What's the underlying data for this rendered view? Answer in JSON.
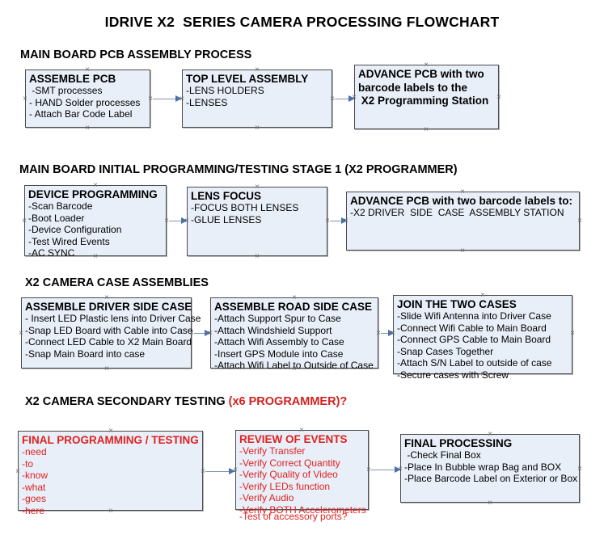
{
  "document": {
    "title": "IDRIVE X2  SERIES CAMERA PROCESSING FLOWCHART"
  },
  "sections": [
    {
      "id": "main-board-pcb-assembly",
      "heading": "MAIN BOARD PCB ASSEMBLY PROCESS",
      "heading_accent": ""
    },
    {
      "id": "main-board-initial-programming",
      "heading": "MAIN BOARD INITIAL PROGRAMMING/TESTING STAGE 1 (X2 PROGRAMMER)",
      "heading_accent": ""
    },
    {
      "id": "x2-camera-case-assemblies",
      "heading": "X2 CAMERA CASE ASSEMBLIES",
      "heading_accent": ""
    },
    {
      "id": "x2-camera-secondary-testing",
      "heading": "X2 CAMERA SECONDARY TESTING ",
      "heading_accent": "(x6 PROGRAMMER)?"
    }
  ],
  "boxes": {
    "assemble_pcb": {
      "title": "ASSEMBLE PCB",
      "lines": [
        " -SMT processes",
        "- HAND Solder processes",
        "- Attach Bar Code Label"
      ]
    },
    "top_level_assembly": {
      "title": "TOP LEVEL ASSEMBLY",
      "lines": [
        "-LENS HOLDERS",
        "-LENSES"
      ]
    },
    "advance_pcb_station": {
      "title_lines": [
        "ADVANCE PCB with two",
        "barcode labels to the",
        " X2 Programming Station"
      ],
      "lines": []
    },
    "device_programming": {
      "title": "DEVICE PROGRAMMING",
      "lines": [
        "-Scan Barcode",
        "-Boot Loader",
        "-Device Configuration",
        "-Test Wired Events",
        "-AC SYNC"
      ]
    },
    "lens_focus": {
      "title": "LENS FOCUS",
      "lines": [
        "-FOCUS BOTH LENSES",
        "-GLUE LENSES"
      ]
    },
    "advance_pcb_driver_side": {
      "title": "ADVANCE PCB with two barcode labels to:",
      "lines": [
        "-X2 DRIVER  SIDE  CASE  ASSEMBLY STATION"
      ]
    },
    "assemble_driver_side_case": {
      "title": "ASSEMBLE DRIVER SIDE CASE",
      "lines": [
        "- Insert LED Plastic lens into Driver Case",
        "-Snap LED Board with Cable into Case",
        "-Connect LED Cable to X2 Main Board",
        "-Snap Main Board into case"
      ]
    },
    "assemble_road_side_case": {
      "title": "ASSEMBLE ROAD SIDE CASE",
      "lines": [
        "-Attach Support Spur to Case",
        "-Attach Windshield Support",
        "-Attach Wifi Assembly to Case",
        "-Insert GPS Module into Case",
        "-Attach Wifi Label to Outside of Case"
      ]
    },
    "join_the_two_cases": {
      "title": "JOIN THE TWO CASES",
      "lines": [
        "-Slide Wifi Antenna into Driver Case",
        "-Connect Wifi Cable to Main Board",
        "-Connect GPS Cable to Main Board",
        "-Snap Cases Together",
        "-Attach S/N Label to outside of case",
        "-Secure cases with Screw"
      ]
    },
    "final_programming_testing": {
      "title": "FINAL PROGRAMMING / TESTING",
      "lines": [
        "-need",
        "-to",
        "-know",
        "-what",
        "-goes",
        "-here"
      ]
    },
    "review_of_events": {
      "title": "REVIEW OF EVENTS",
      "lines": [
        "-Verify Transfer",
        "-Verify Correct Quantity",
        "-Verify Quality of Video",
        "-Verify LEDs function",
        "-Verify Audio",
        "-Verify BOTH Accelerometers"
      ],
      "overflow_line": "-Test of accessory ports?"
    },
    "final_processing": {
      "title": "FINAL PROCESSING",
      "lines": [
        " -Check Final Box",
        "-Place In Bubble wrap Bag and BOX",
        "-Place Barcode Label on Exterior or Box"
      ]
    }
  },
  "colors": {
    "box_fill": "#e9eff8",
    "box_border": "#4a4a4a",
    "connector": "#8094b4",
    "arrowhead": "#4f6fa8",
    "accent_red": "#e02020",
    "text": "#000000"
  }
}
